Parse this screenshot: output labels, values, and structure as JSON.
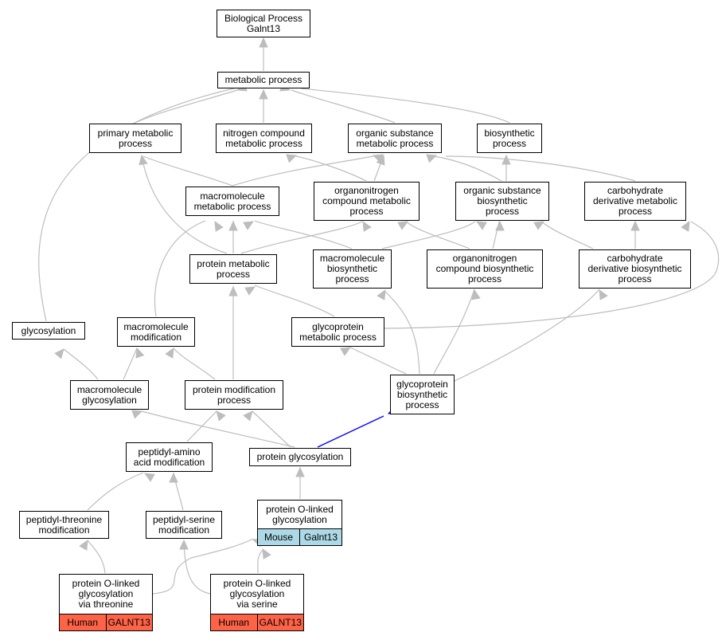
{
  "colors": {
    "edge": "#bdbdbd",
    "highlight_edge": "#0000ff",
    "mouse_tag": "#add8e6",
    "human_tag": "#ff6347"
  },
  "nodes": {
    "bp_root": {
      "label": "Biological Process\nGalnt13"
    },
    "metabolic": {
      "label": "metabolic process"
    },
    "primary_metabolic": {
      "label": "primary metabolic\nprocess"
    },
    "nitrogen_compound": {
      "label": "nitrogen compound\nmetabolic process"
    },
    "organic_substance_metabolic": {
      "label": "organic substance\nmetabolic process"
    },
    "biosynthetic": {
      "label": "biosynthetic\nprocess"
    },
    "macromolecule_metabolic": {
      "label": "macromolecule\nmetabolic process"
    },
    "organonitrogen_metabolic": {
      "label": "organonitrogen\ncompound metabolic\nprocess"
    },
    "organic_substance_biosynthetic": {
      "label": "organic substance\nbiosynthetic\nprocess"
    },
    "carbohydrate_derivative_metabolic": {
      "label": "carbohydrate\nderivative metabolic\nprocess"
    },
    "protein_metabolic": {
      "label": "protein metabolic\nprocess"
    },
    "macromolecule_biosynthetic": {
      "label": "macromolecule\nbiosynthetic\nprocess"
    },
    "organonitrogen_biosynthetic": {
      "label": "organonitrogen\ncompound biosynthetic\nprocess"
    },
    "carbohydrate_derivative_biosynthetic": {
      "label": "carbohydrate\nderivative biosynthetic\nprocess"
    },
    "glycosylation": {
      "label": "glycosylation"
    },
    "macromolecule_modification": {
      "label": "macromolecule\nmodification"
    },
    "glycoprotein_metabolic": {
      "label": "glycoprotein\nmetabolic process"
    },
    "macromolecule_glycosylation": {
      "label": "macromolecule\nglycosylation"
    },
    "protein_modification": {
      "label": "protein modification\nprocess"
    },
    "glycoprotein_biosynthetic": {
      "label": "glycoprotein\nbiosynthetic\nprocess"
    },
    "peptidyl_amino": {
      "label": "peptidyl-amino\nacid modification"
    },
    "protein_glycosylation": {
      "label": "protein glycosylation"
    },
    "peptidyl_threonine": {
      "label": "peptidyl-threonine\nmodification"
    },
    "peptidyl_serine": {
      "label": "peptidyl-serine\nmodification"
    },
    "protein_o_linked": {
      "label": "protein O-linked\nglycosylation",
      "tags": [
        "Mouse",
        "Galnt13"
      ]
    },
    "o_linked_threonine": {
      "label": "protein O-linked\nglycosylation\nvia threonine",
      "tags": [
        "Human",
        "GALNT13"
      ]
    },
    "o_linked_serine": {
      "label": "protein O-linked\nglycosylation\nvia serine",
      "tags": [
        "Human",
        "GALNT13"
      ]
    }
  }
}
